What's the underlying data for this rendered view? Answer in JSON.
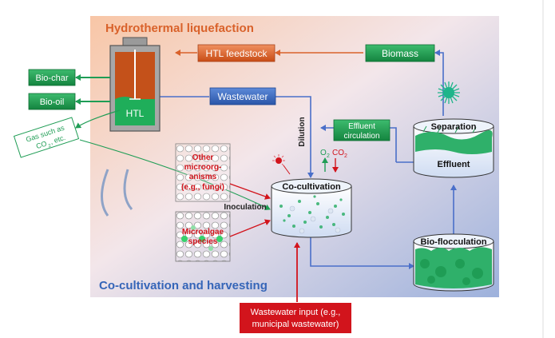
{
  "sections": {
    "top_title": "Hydrothermal liquefaction",
    "bottom_title": "Co-cultivation and harvesting"
  },
  "boxes": {
    "htl_feedstock": "HTL feedstock",
    "biomass": "Biomass",
    "wastewater": "Wastewater",
    "effluent_circulation_1": "Effluent",
    "effluent_circulation_2": "circulation",
    "bio_char": "Bio-char",
    "bio_oil": "Bio-oil",
    "gas_1": "Gas such as",
    "gas_2": "CO",
    "gas_2_sub": "2",
    "gas_2_tail": ", etc.",
    "input_1": "Wastewater input (e.g.,",
    "input_2": "municipal wastewater)"
  },
  "reactor": {
    "label": "HTL"
  },
  "units": {
    "separation": "Separation",
    "effluent": "Effluent",
    "bio_flocculation": "Bio-flocculation",
    "co_cultivation": "Co-cultivation"
  },
  "annotations": {
    "dilution": "Dilution",
    "inoculation": "Inoculation",
    "o2": "O",
    "o2_sub": "2",
    "co2": "CO",
    "co2_sub": "2"
  },
  "organisms": {
    "other_1": "Other",
    "other_2": "microorg-",
    "other_3": "anisms",
    "other_4": "(e.g., fungi)",
    "algae_1": "Microalgae",
    "algae_2": "species"
  },
  "colors": {
    "orange_box": "#d9622b",
    "green_box": "#1f9d55",
    "blue_box": "#3565b8",
    "red": "#d2141c",
    "flow_line": "#4a6fc9"
  }
}
